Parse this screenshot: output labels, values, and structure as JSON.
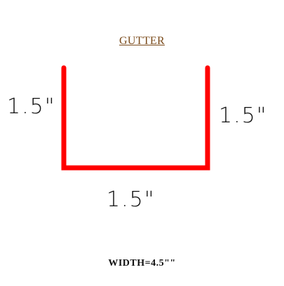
{
  "title": "GUTTER",
  "dimensions": {
    "left": "1.5\"",
    "right": "1.5\"",
    "bottom": "1.5\""
  },
  "width_note": "WIDTH=4.5\"\"",
  "colors": {
    "profile": "#ff0000",
    "title": "#7a4a1a",
    "text": "#111111"
  }
}
